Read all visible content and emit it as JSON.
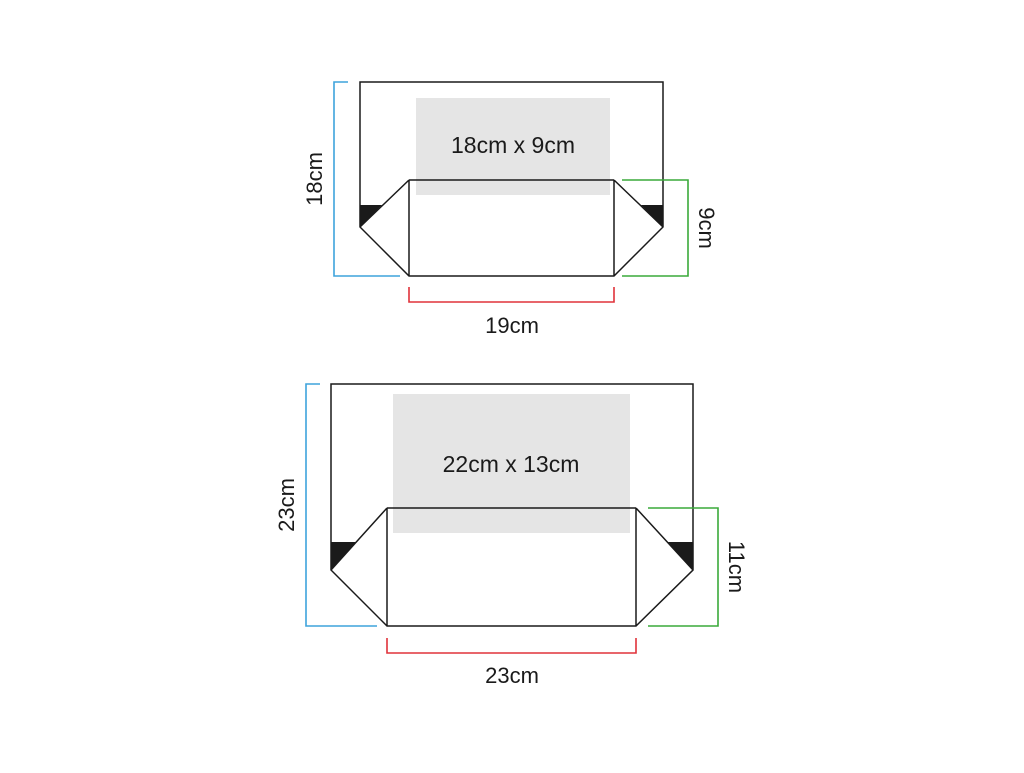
{
  "colors": {
    "height_dimension": "#3ea3dc",
    "gusset_dimension": "#3aaa3a",
    "width_dimension": "#e0323a",
    "outline": "#1a1a1a",
    "print_area": "#e5e5e5"
  },
  "bags": [
    {
      "print_area_label": "18cm x 9cm",
      "height_label": "18cm",
      "gusset_label": "9cm",
      "width_label": "19cm"
    },
    {
      "print_area_label": "22cm x 13cm",
      "height_label": "23cm",
      "gusset_label": "11cm",
      "width_label": "23cm"
    }
  ]
}
